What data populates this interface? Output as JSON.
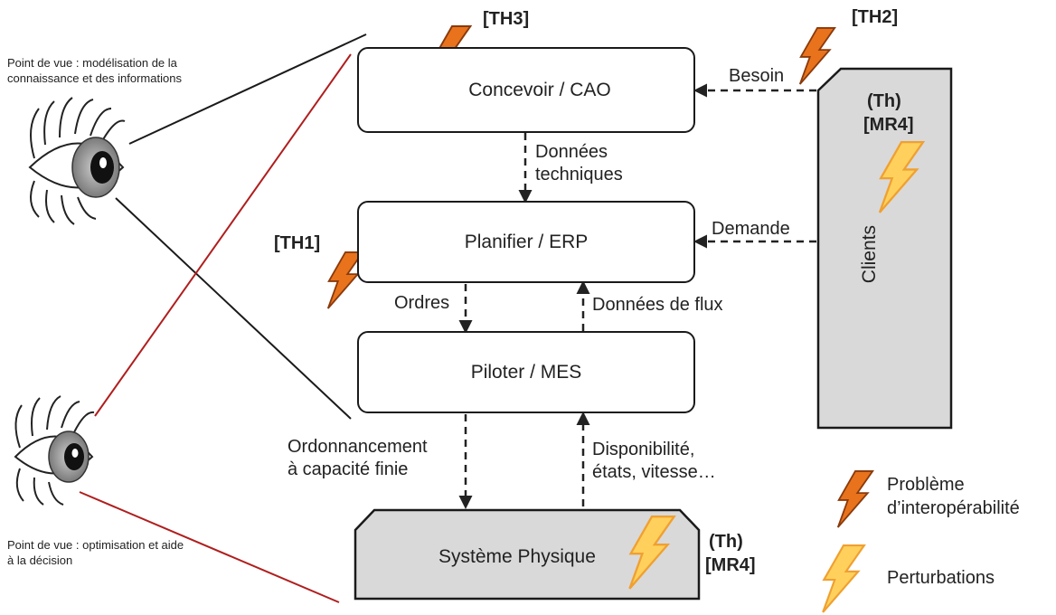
{
  "colors": {
    "problem_fill": "#e8731c",
    "problem_stroke": "#8a3a0c",
    "perturb_fill": "#ffd15c",
    "perturb_stroke": "#f0a030",
    "shaded_fill": "#d9d9d9",
    "red_line": "#b01e1e"
  },
  "icons": {
    "refresh": "refresh-icon",
    "eye": "eye-icon",
    "lightning": "lightning-icon"
  },
  "viewpoints": {
    "top": "Point de vue : modélisation de la connaissance et des informations",
    "bottom": "Point de vue : optimisation et aide à la décision"
  },
  "boxes": {
    "concevoir": "Concevoir / CAO",
    "planifier": "Planifier / ERP",
    "piloter": "Piloter / MES",
    "systeme": "Système Physique",
    "clients": "Clients"
  },
  "flows": {
    "besoin": "Besoin",
    "demande": "Demande",
    "donnees_techniques_1": "Données",
    "donnees_techniques_2": "techniques",
    "ordres": "Ordres",
    "donnees_flux": "Données de flux",
    "ordonnancement_1": "Ordonnancement",
    "ordonnancement_2": "à capacité finie",
    "disponibilite_1": "Disponibilité,",
    "disponibilite_2": "états, vitesse…"
  },
  "tags": {
    "th3": "[TH3]",
    "th2": "[TH2]",
    "th1": "[TH1]",
    "th_clients_1": "(Th)",
    "th_clients_2": "[MR4]",
    "th_systeme_1": "(Th)",
    "th_systeme_2": "[MR4]"
  },
  "legend": {
    "problem_1": "Problème",
    "problem_2": "d’interopérabilité",
    "perturb": "Perturbations"
  }
}
